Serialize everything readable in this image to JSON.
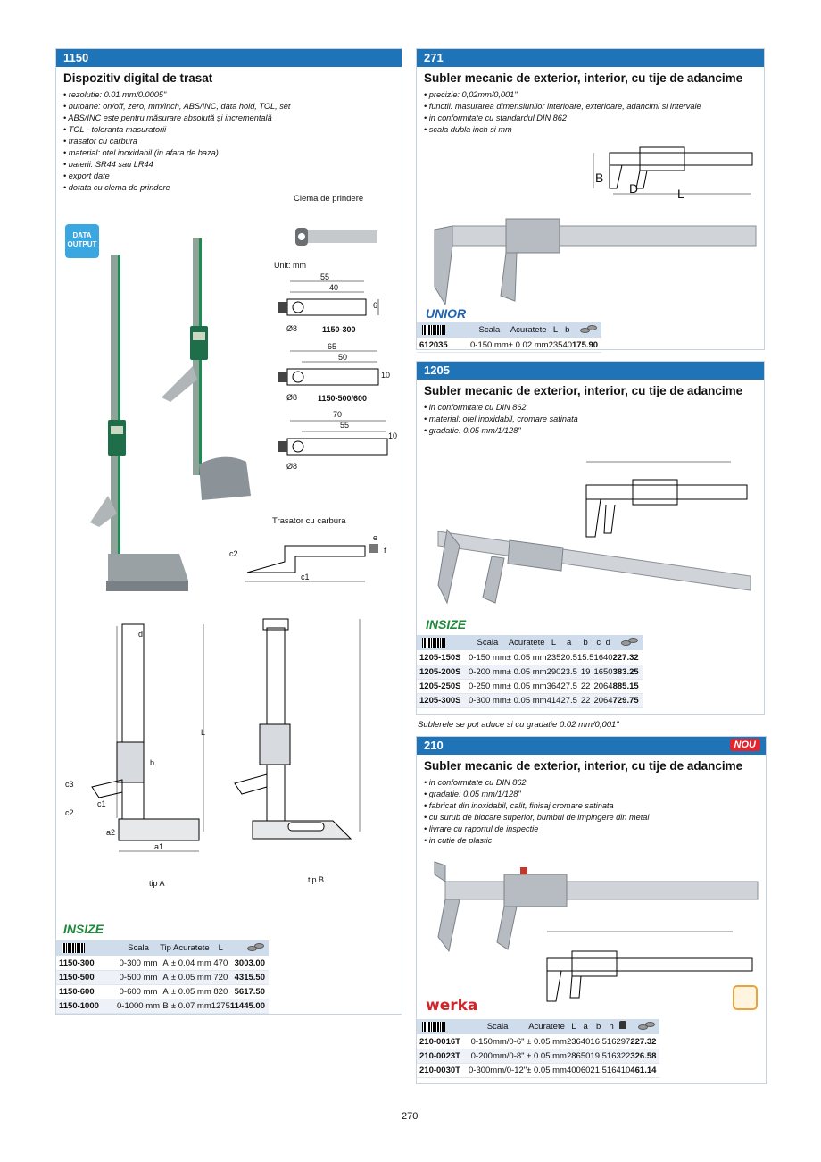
{
  "p1150": {
    "num": "1150",
    "title": "Dispozitiv digital de trasat",
    "bullets": [
      "rezolutie: 0.01 mm/0.0005\"",
      "butoane: on/off, zero, mm/inch, ABS/INC, data hold, TOL, set",
      "ABS/INC este pentru măsurare absolută și incrementală",
      "TOL - toleranta masuratorii",
      "trasator cu carbura",
      "material: otel inoxidabil (in afara de baza)",
      "baterii: SR44 sau LR44",
      "export date",
      "dotata cu clema de prindere"
    ],
    "data_output": "DATA OUTPUT",
    "clema": "Clema de prindere",
    "unit": "Unit: mm",
    "d1": {
      "a": "55",
      "b": "40",
      "c": "6",
      "d": "Ø8",
      "name": "1150-300"
    },
    "d2": {
      "a": "65",
      "b": "50",
      "c": "10",
      "d": "Ø8",
      "name": "1150-500/600"
    },
    "d3": {
      "a": "70",
      "b": "55",
      "c": "10",
      "d": "Ø8"
    },
    "trasator": "Trasator cu carbura",
    "trasator_labels": {
      "c1": "c1",
      "c2": "c2",
      "e": "e",
      "f": "f"
    },
    "tipA": "tip A",
    "tipB": "tip B",
    "dim_labels": {
      "d": "d",
      "L": "L",
      "b": "b",
      "c1": "c1",
      "c2": "c2",
      "c3": "c3",
      "a1": "a1",
      "a2": "a2"
    },
    "brand": "INSIZE",
    "headers": [
      "Scala",
      "Tip",
      "Acuratete",
      "L"
    ],
    "rows": [
      [
        "1150-300",
        "0-300 mm",
        "A",
        "± 0.04 mm",
        "470",
        "3003.00"
      ],
      [
        "1150-500",
        "0-500 mm",
        "A",
        "± 0.05 mm",
        "720",
        "4315.50"
      ],
      [
        "1150-600",
        "0-600 mm",
        "A",
        "± 0.05 mm",
        "820",
        "5617.50"
      ],
      [
        "1150-1000",
        "0-1000 mm",
        "B",
        "± 0.07 mm",
        "1275",
        "11445.00"
      ]
    ]
  },
  "p271": {
    "num": "271",
    "title": "Subler mecanic de exterior, interior, cu tije de adancime",
    "bullets": [
      "precizie: 0,02mm/0,001\"",
      "functii: masurarea dimensiunilor interioare, exterioare, adancimi si intervale",
      "in conformitate cu standardul DIN 862",
      "scala dubla inch si mm"
    ],
    "labels": {
      "B": "B",
      "D": "D",
      "L": "L"
    },
    "brand": "UNIOR",
    "headers": [
      "Scala",
      "Acuratete",
      "L",
      "b"
    ],
    "rows": [
      [
        "612035",
        "0-150 mm",
        "± 0.02 mm",
        "235",
        "40",
        "175.90"
      ]
    ]
  },
  "p1205": {
    "num": "1205",
    "title": "Subler mecanic de exterior, interior, cu tije de adancime",
    "bullets": [
      "in conformitate cu DIN 862",
      "material: otel inoxidabil, cromare satinata",
      "gradatie: 0.05 mm/1/128\""
    ],
    "brand": "INSIZE",
    "headers": [
      "Scala",
      "Acuratete",
      "L",
      "a",
      "b",
      "c",
      "d"
    ],
    "rows": [
      [
        "1205-150S",
        "0-150 mm",
        "± 0.05 mm",
        "235",
        "20.5",
        "15.5",
        "16",
        "40",
        "227.32"
      ],
      [
        "1205-200S",
        "0-200 mm",
        "± 0.05 mm",
        "290",
        "23.5",
        "19",
        "16",
        "50",
        "383.25"
      ],
      [
        "1205-250S",
        "0-250 mm",
        "± 0.05 mm",
        "364",
        "27.5",
        "22",
        "20",
        "64",
        "885.15"
      ],
      [
        "1205-300S",
        "0-300 mm",
        "± 0.05 mm",
        "414",
        "27.5",
        "22",
        "20",
        "64",
        "729.75"
      ]
    ],
    "note": "Sublerele se pot aduce si cu gradatie 0.02 mm/0,001\""
  },
  "p210": {
    "num": "210",
    "nou": "NOU",
    "title": "Subler mecanic de exterior, interior, cu tije de adancime",
    "bullets": [
      "in conformitate cu DIN 862",
      "gradatie: 0.05 mm/1/128\"",
      "fabricat din inoxidabil, calit, finisaj cromare satinata",
      "cu surub de blocare superior, bumbul de impingere din metal",
      "livrare cu raportul de inspectie",
      "in cutie de plastic"
    ],
    "brand": "werka",
    "headers": [
      "Scala",
      "Acuratete",
      "L",
      "a",
      "b",
      "h"
    ],
    "rows": [
      [
        "210-0016T",
        "0-150mm/0-6\"",
        "± 0.05 mm",
        "236",
        "40",
        "16.5",
        "16",
        "297",
        "227.32"
      ],
      [
        "210-0023T",
        "0-200mm/0-8\"",
        "± 0.05 mm",
        "286",
        "50",
        "19.5",
        "16",
        "322",
        "326.58"
      ],
      [
        "210-0030T",
        "0-300mm/0-12\"",
        "± 0.05 mm",
        "400",
        "60",
        "21.5",
        "16",
        "410",
        "461.14"
      ]
    ]
  },
  "page_number": "270"
}
